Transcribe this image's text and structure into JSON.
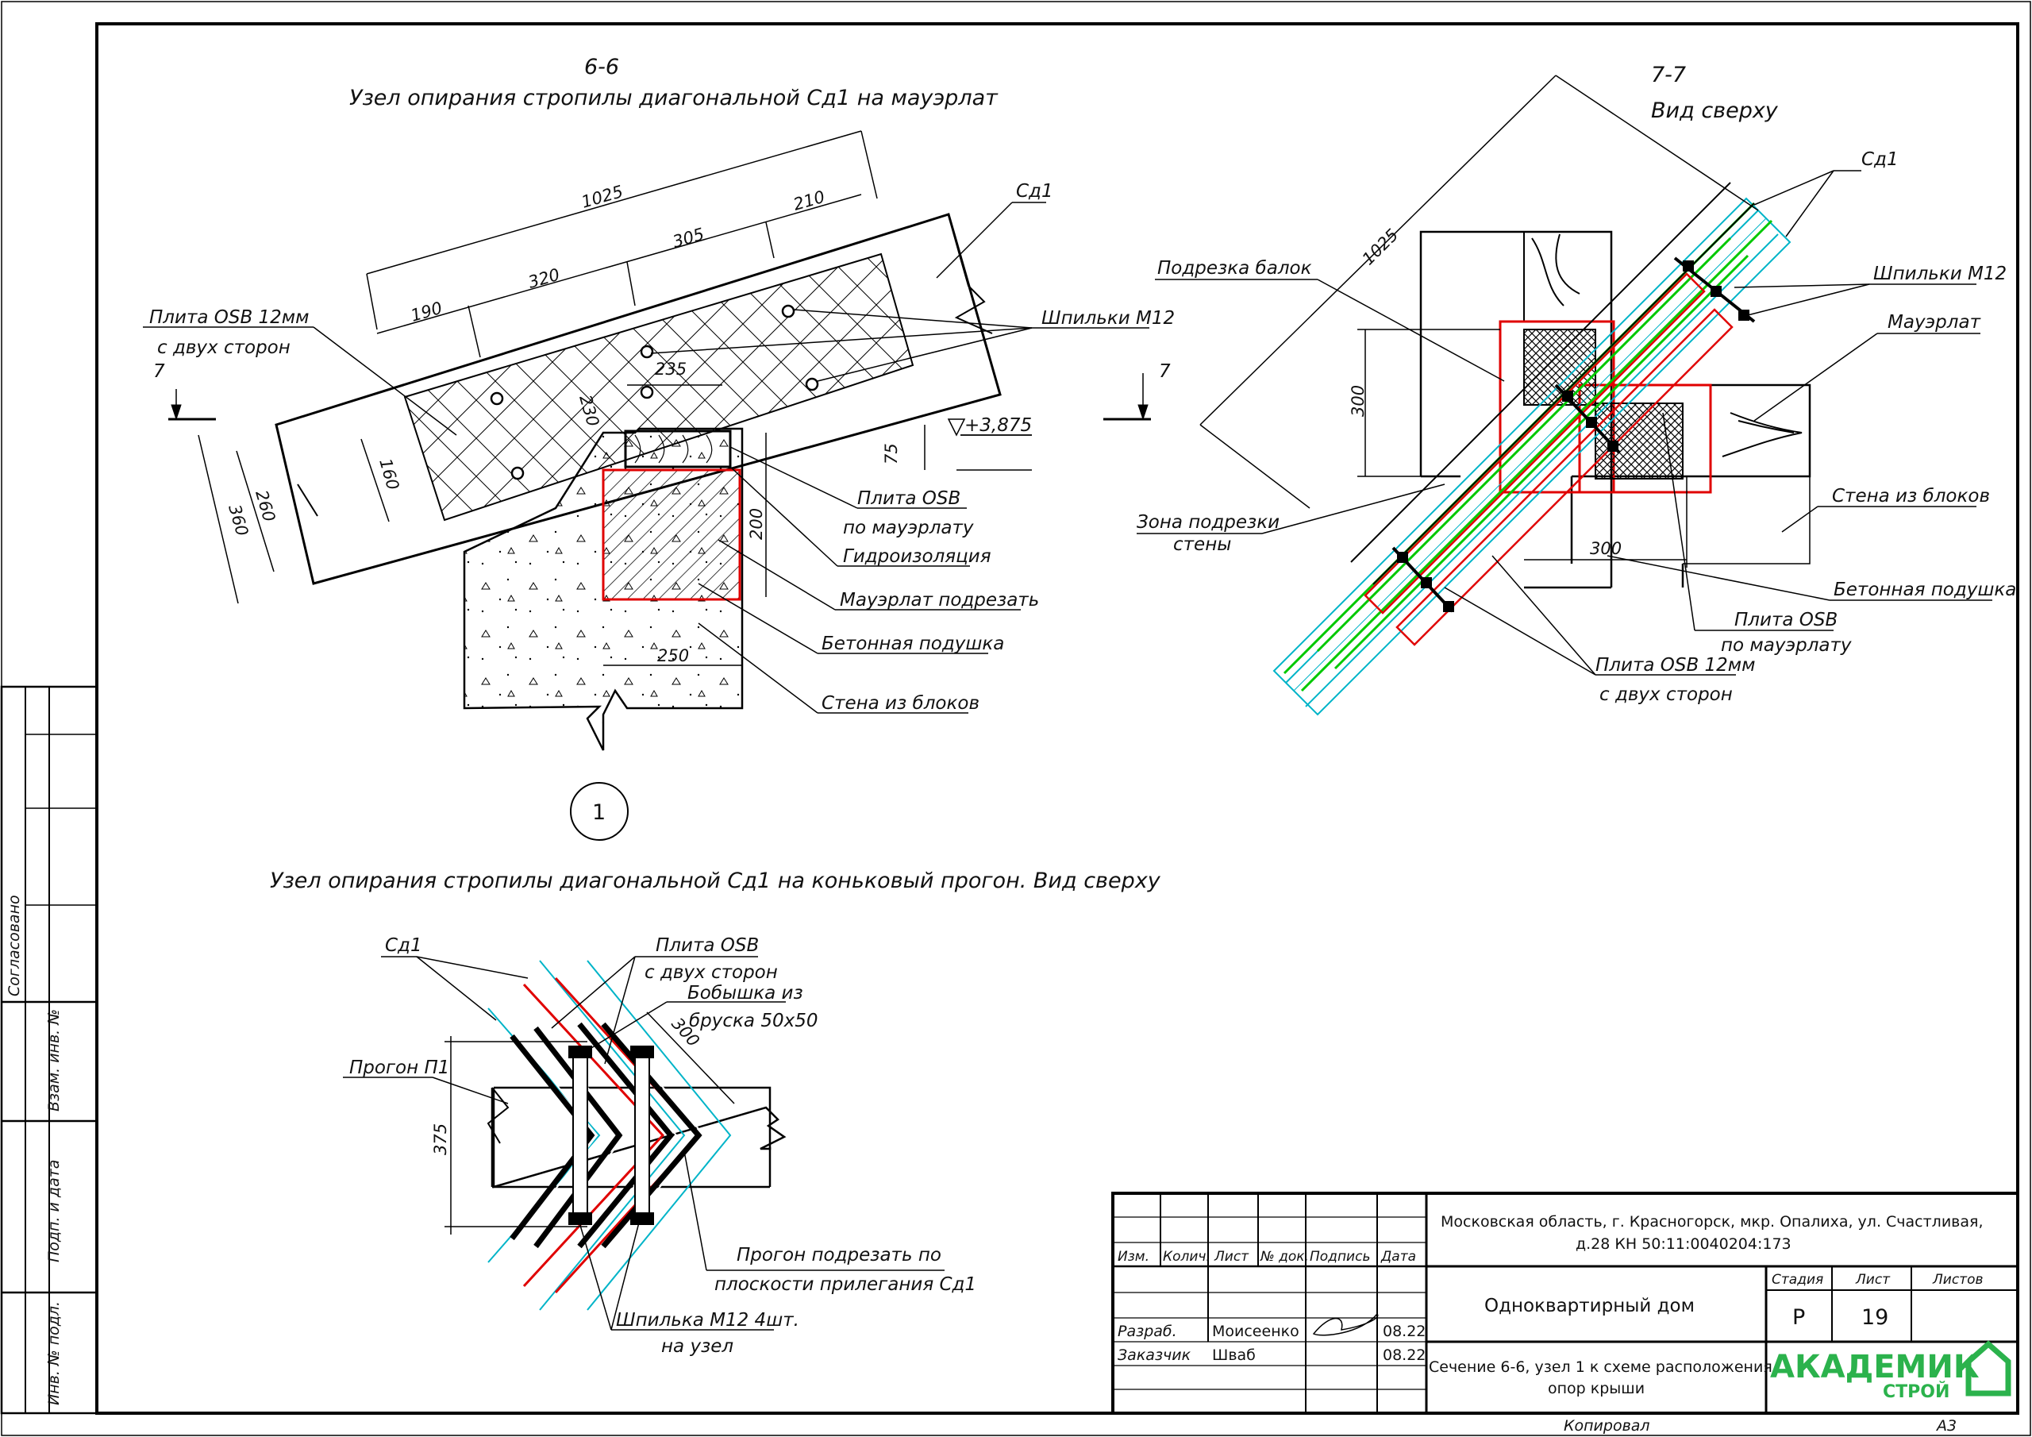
{
  "section66": {
    "number": "6-6",
    "title": "Узел опирания стропилы диагональной Сд1 на мауэрлат",
    "dims": {
      "d1025": "1025",
      "d210": "210",
      "d305": "305",
      "d320": "320",
      "d190": "190",
      "d230": "230",
      "d235": "235",
      "d160": "160",
      "d260": "260",
      "d360": "360",
      "d75": "75",
      "d200": "200",
      "d250": "250"
    },
    "elevation": "+3,875",
    "section_mark": "7",
    "labels": {
      "rafter": "Сд1",
      "osb_two_sides_1": "Плита OSB 12мм",
      "osb_two_sides_2": "с двух сторон",
      "studs": "Шпильки М12",
      "osb_mauerlat_1": "Плита OSB",
      "osb_mauerlat_2": "по мауэрлату",
      "waterproofing": "Гидроизоляция",
      "mauerlat_trim": "Мауэрлат подрезать",
      "concrete_pad": "Бетонная подушка",
      "block_wall": "Стена из блоков"
    }
  },
  "section77": {
    "number": "7-7",
    "subtitle": "Вид сверху",
    "dims": {
      "d1025": "1025",
      "d300v": "300",
      "d300h": "300"
    },
    "labels": {
      "rafter": "Сд1",
      "studs": "Шпильки М12",
      "mauerlat": "Мауэрлат",
      "beam_trim": "Подрезка балок",
      "wall_trim_zone_1": "Зона подрезки",
      "wall_trim_zone_2": "стены",
      "block_wall": "Стена из блоков",
      "concrete_pad": "Бетонная подушка",
      "osb_mauerlat_1": "Плита OSB",
      "osb_mauerlat_2": "по мауэрлату",
      "osb_two_sides_1": "Плита OSB 12мм",
      "osb_two_sides_2": "с двух сторон"
    }
  },
  "node1": {
    "number": "1",
    "title": "Узел опирания стропилы диагональной Сд1 на коньковый прогон. Вид сверху",
    "dims": {
      "d375": "375",
      "d300": "300"
    },
    "labels": {
      "rafter": "Сд1",
      "purlin": "Прогон П1",
      "osb_1": "Плита OSB",
      "osb_2": "с двух сторон",
      "block_1": "Бобышка из",
      "block_2": "бруска 50х50",
      "purlin_trim_1": "Прогон подрезать по",
      "purlin_trim_2": "плоскости прилегания Сд1",
      "stud_1": "Шпилька М12 4шт.",
      "stud_2": "на узел"
    }
  },
  "sidebar": {
    "agreed": "Согласовано",
    "inv_exch": "Взам. инв. №",
    "sign_date": "Подп. и дата",
    "inv_orig": "Инв. № подл."
  },
  "title_block": {
    "address_1": "Московская область, г. Красногорск, мкр. Опалиха, ул. Счастливая,",
    "address_2": "д.28 КН 50:11:0040204:173",
    "columns": {
      "izm": "Изм.",
      "kol": "Колич.",
      "list": "Лист",
      "ndoc": "№ док.",
      "sign": "Подпись",
      "date": "Дата"
    },
    "project": "Однoквартирный дом",
    "stage_label": "Стадия",
    "sheet_label": "Лист",
    "sheets_label": "Листов",
    "stage": "Р",
    "sheet": "19",
    "row1_role": "Разраб.",
    "row1_name": "Моисеенко",
    "row1_date": "08.22",
    "row2_role": "Заказчик",
    "row2_name": "Шваб",
    "row2_date": "08.22",
    "drawing_1": "Сечение 6-6, узел 1 к схеме расположения",
    "drawing_2": "опор крыши",
    "logo_1": "АКАДЕМИК",
    "logo_2": "СТРОЙ",
    "copied": "Копировал",
    "format": "А3"
  },
  "colors": {
    "line": "#000000",
    "osb": "#e00000",
    "stud": "#00c800",
    "edge": "#00b4c8",
    "logo": "#2bb24c"
  }
}
